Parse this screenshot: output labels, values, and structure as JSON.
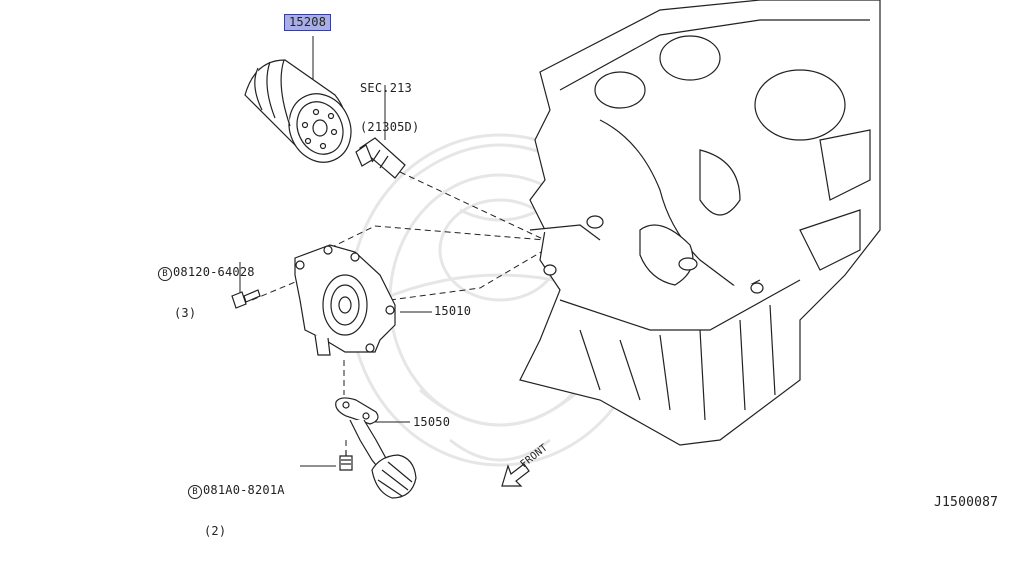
{
  "diagram": {
    "drawing_id": "J1500087",
    "bolt_glyph": "B",
    "front_label": "FRONT",
    "parts": [
      {
        "key": "oil_filter",
        "number": "15208",
        "highlighted": true
      },
      {
        "key": "sensor_section",
        "line1": "SEC.213",
        "line2": "(21305D)"
      },
      {
        "key": "pump_bolt",
        "number": "08120-64028",
        "qty": "(3)"
      },
      {
        "key": "oil_pump",
        "number": "15010"
      },
      {
        "key": "gasket",
        "number": "15050"
      },
      {
        "key": "strainer_bolt",
        "number": "081A0-8201A",
        "qty": "(2)"
      }
    ],
    "colors": {
      "line": "#222222",
      "highlight": "#a9aee6",
      "watermark": "#e4e4e4"
    }
  }
}
